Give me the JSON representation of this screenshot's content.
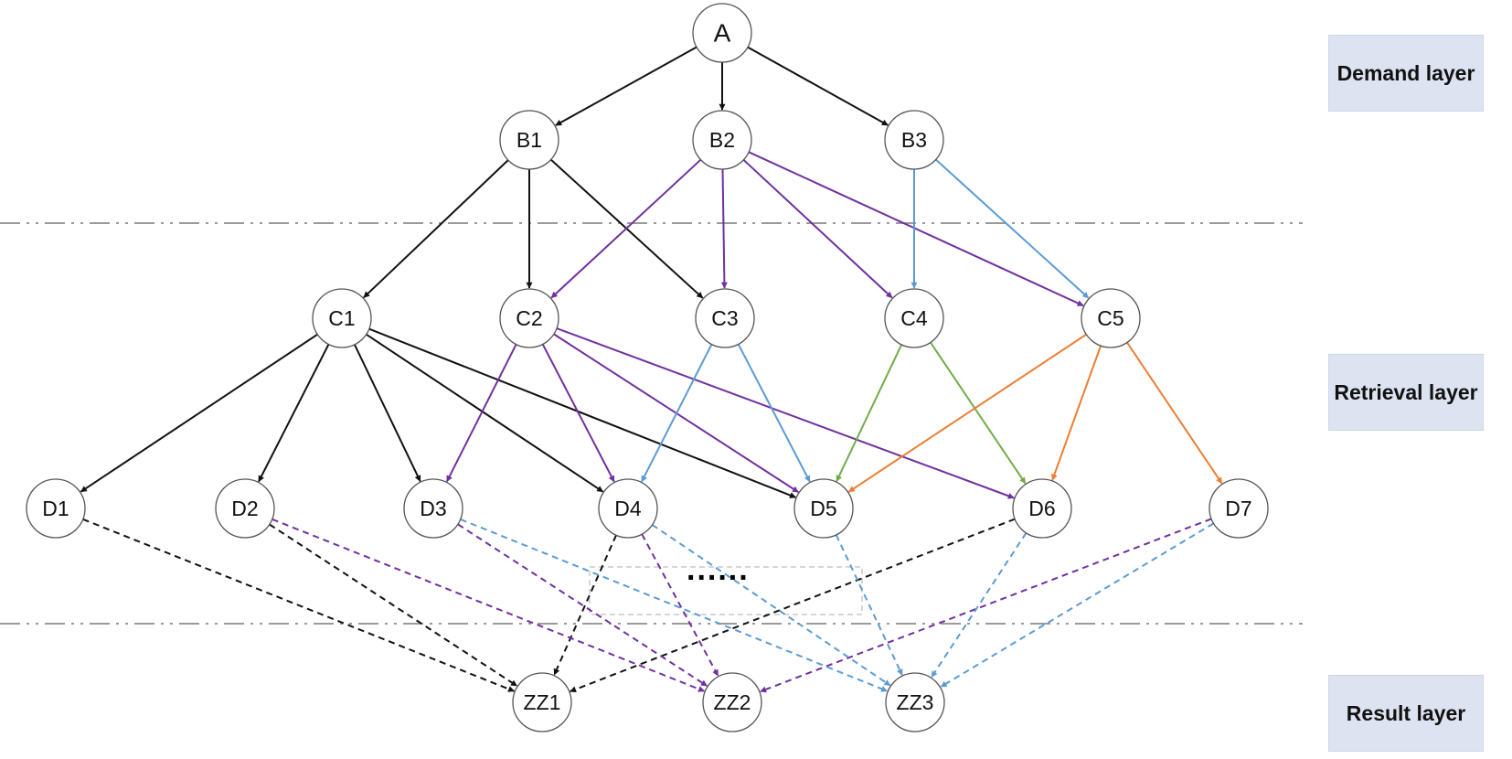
{
  "colors": {
    "black": "#111111",
    "purple": "#7030a0",
    "blue": "#5b9bd5",
    "green": "#70ad47",
    "orange": "#ed7d31",
    "divider": "#9a9a9a",
    "layer_box_bg": "#dde3f1"
  },
  "layers": {
    "demand": "Demand layer",
    "retrieval": "Retrieval layer",
    "result": "Result layer"
  },
  "nodes": [
    {
      "id": "A",
      "label": "A"
    },
    {
      "id": "B1",
      "label": "B1"
    },
    {
      "id": "B2",
      "label": "B2"
    },
    {
      "id": "B3",
      "label": "B3"
    },
    {
      "id": "C1",
      "label": "C1"
    },
    {
      "id": "C2",
      "label": "C2"
    },
    {
      "id": "C3",
      "label": "C3"
    },
    {
      "id": "C4",
      "label": "C4"
    },
    {
      "id": "C5",
      "label": "C5"
    },
    {
      "id": "D1",
      "label": "D1"
    },
    {
      "id": "D2",
      "label": "D2"
    },
    {
      "id": "D3",
      "label": "D3"
    },
    {
      "id": "D4",
      "label": "D4"
    },
    {
      "id": "D5",
      "label": "D5"
    },
    {
      "id": "D6",
      "label": "D6"
    },
    {
      "id": "D7",
      "label": "D7"
    },
    {
      "id": "ZZ1",
      "label": "ZZ1"
    },
    {
      "id": "ZZ2",
      "label": "ZZ2"
    },
    {
      "id": "ZZ3",
      "label": "ZZ3"
    }
  ],
  "edges": [
    {
      "from": "A",
      "to": "B1",
      "color": "black",
      "style": "solid"
    },
    {
      "from": "A",
      "to": "B2",
      "color": "black",
      "style": "solid"
    },
    {
      "from": "A",
      "to": "B3",
      "color": "black",
      "style": "solid"
    },
    {
      "from": "B1",
      "to": "C1",
      "color": "black",
      "style": "solid"
    },
    {
      "from": "B1",
      "to": "C2",
      "color": "black",
      "style": "solid"
    },
    {
      "from": "B1",
      "to": "C3",
      "color": "black",
      "style": "solid"
    },
    {
      "from": "B2",
      "to": "C2",
      "color": "purple",
      "style": "solid"
    },
    {
      "from": "B2",
      "to": "C3",
      "color": "purple",
      "style": "solid"
    },
    {
      "from": "B2",
      "to": "C4",
      "color": "purple",
      "style": "solid"
    },
    {
      "from": "B2",
      "to": "C5",
      "color": "purple",
      "style": "solid"
    },
    {
      "from": "B3",
      "to": "C4",
      "color": "blue",
      "style": "solid"
    },
    {
      "from": "B3",
      "to": "C5",
      "color": "blue",
      "style": "solid"
    },
    {
      "from": "C1",
      "to": "D1",
      "color": "black",
      "style": "solid"
    },
    {
      "from": "C1",
      "to": "D2",
      "color": "black",
      "style": "solid"
    },
    {
      "from": "C1",
      "to": "D3",
      "color": "black",
      "style": "solid"
    },
    {
      "from": "C1",
      "to": "D4",
      "color": "black",
      "style": "solid"
    },
    {
      "from": "C1",
      "to": "D5",
      "color": "black",
      "style": "solid"
    },
    {
      "from": "C2",
      "to": "D3",
      "color": "purple",
      "style": "solid"
    },
    {
      "from": "C2",
      "to": "D4",
      "color": "purple",
      "style": "solid"
    },
    {
      "from": "C2",
      "to": "D5",
      "color": "purple",
      "style": "solid"
    },
    {
      "from": "C2",
      "to": "D6",
      "color": "purple",
      "style": "solid"
    },
    {
      "from": "C3",
      "to": "D4",
      "color": "blue",
      "style": "solid"
    },
    {
      "from": "C3",
      "to": "D5",
      "color": "blue",
      "style": "solid"
    },
    {
      "from": "C4",
      "to": "D5",
      "color": "green",
      "style": "solid"
    },
    {
      "from": "C4",
      "to": "D6",
      "color": "green",
      "style": "solid"
    },
    {
      "from": "C5",
      "to": "D5",
      "color": "orange",
      "style": "solid"
    },
    {
      "from": "C5",
      "to": "D6",
      "color": "orange",
      "style": "solid"
    },
    {
      "from": "C5",
      "to": "D7",
      "color": "orange",
      "style": "solid"
    },
    {
      "from": "D1",
      "to": "ZZ1",
      "color": "black",
      "style": "dashed"
    },
    {
      "from": "D2",
      "to": "ZZ1",
      "color": "black",
      "style": "dashed"
    },
    {
      "from": "D4",
      "to": "ZZ1",
      "color": "black",
      "style": "dashed"
    },
    {
      "from": "D6",
      "to": "ZZ1",
      "color": "black",
      "style": "dashed"
    },
    {
      "from": "D2",
      "to": "ZZ2",
      "color": "purple",
      "style": "dashed"
    },
    {
      "from": "D3",
      "to": "ZZ2",
      "color": "purple",
      "style": "dashed"
    },
    {
      "from": "D4",
      "to": "ZZ2",
      "color": "purple",
      "style": "dashed"
    },
    {
      "from": "D7",
      "to": "ZZ2",
      "color": "purple",
      "style": "dashed"
    },
    {
      "from": "D3",
      "to": "ZZ3",
      "color": "blue",
      "style": "dashed"
    },
    {
      "from": "D4",
      "to": "ZZ3",
      "color": "blue",
      "style": "dashed"
    },
    {
      "from": "D5",
      "to": "ZZ3",
      "color": "blue",
      "style": "dashed"
    },
    {
      "from": "D6",
      "to": "ZZ3",
      "color": "blue",
      "style": "dashed"
    },
    {
      "from": "D7",
      "to": "ZZ3",
      "color": "blue",
      "style": "dashed"
    }
  ],
  "ellipsis": "......"
}
